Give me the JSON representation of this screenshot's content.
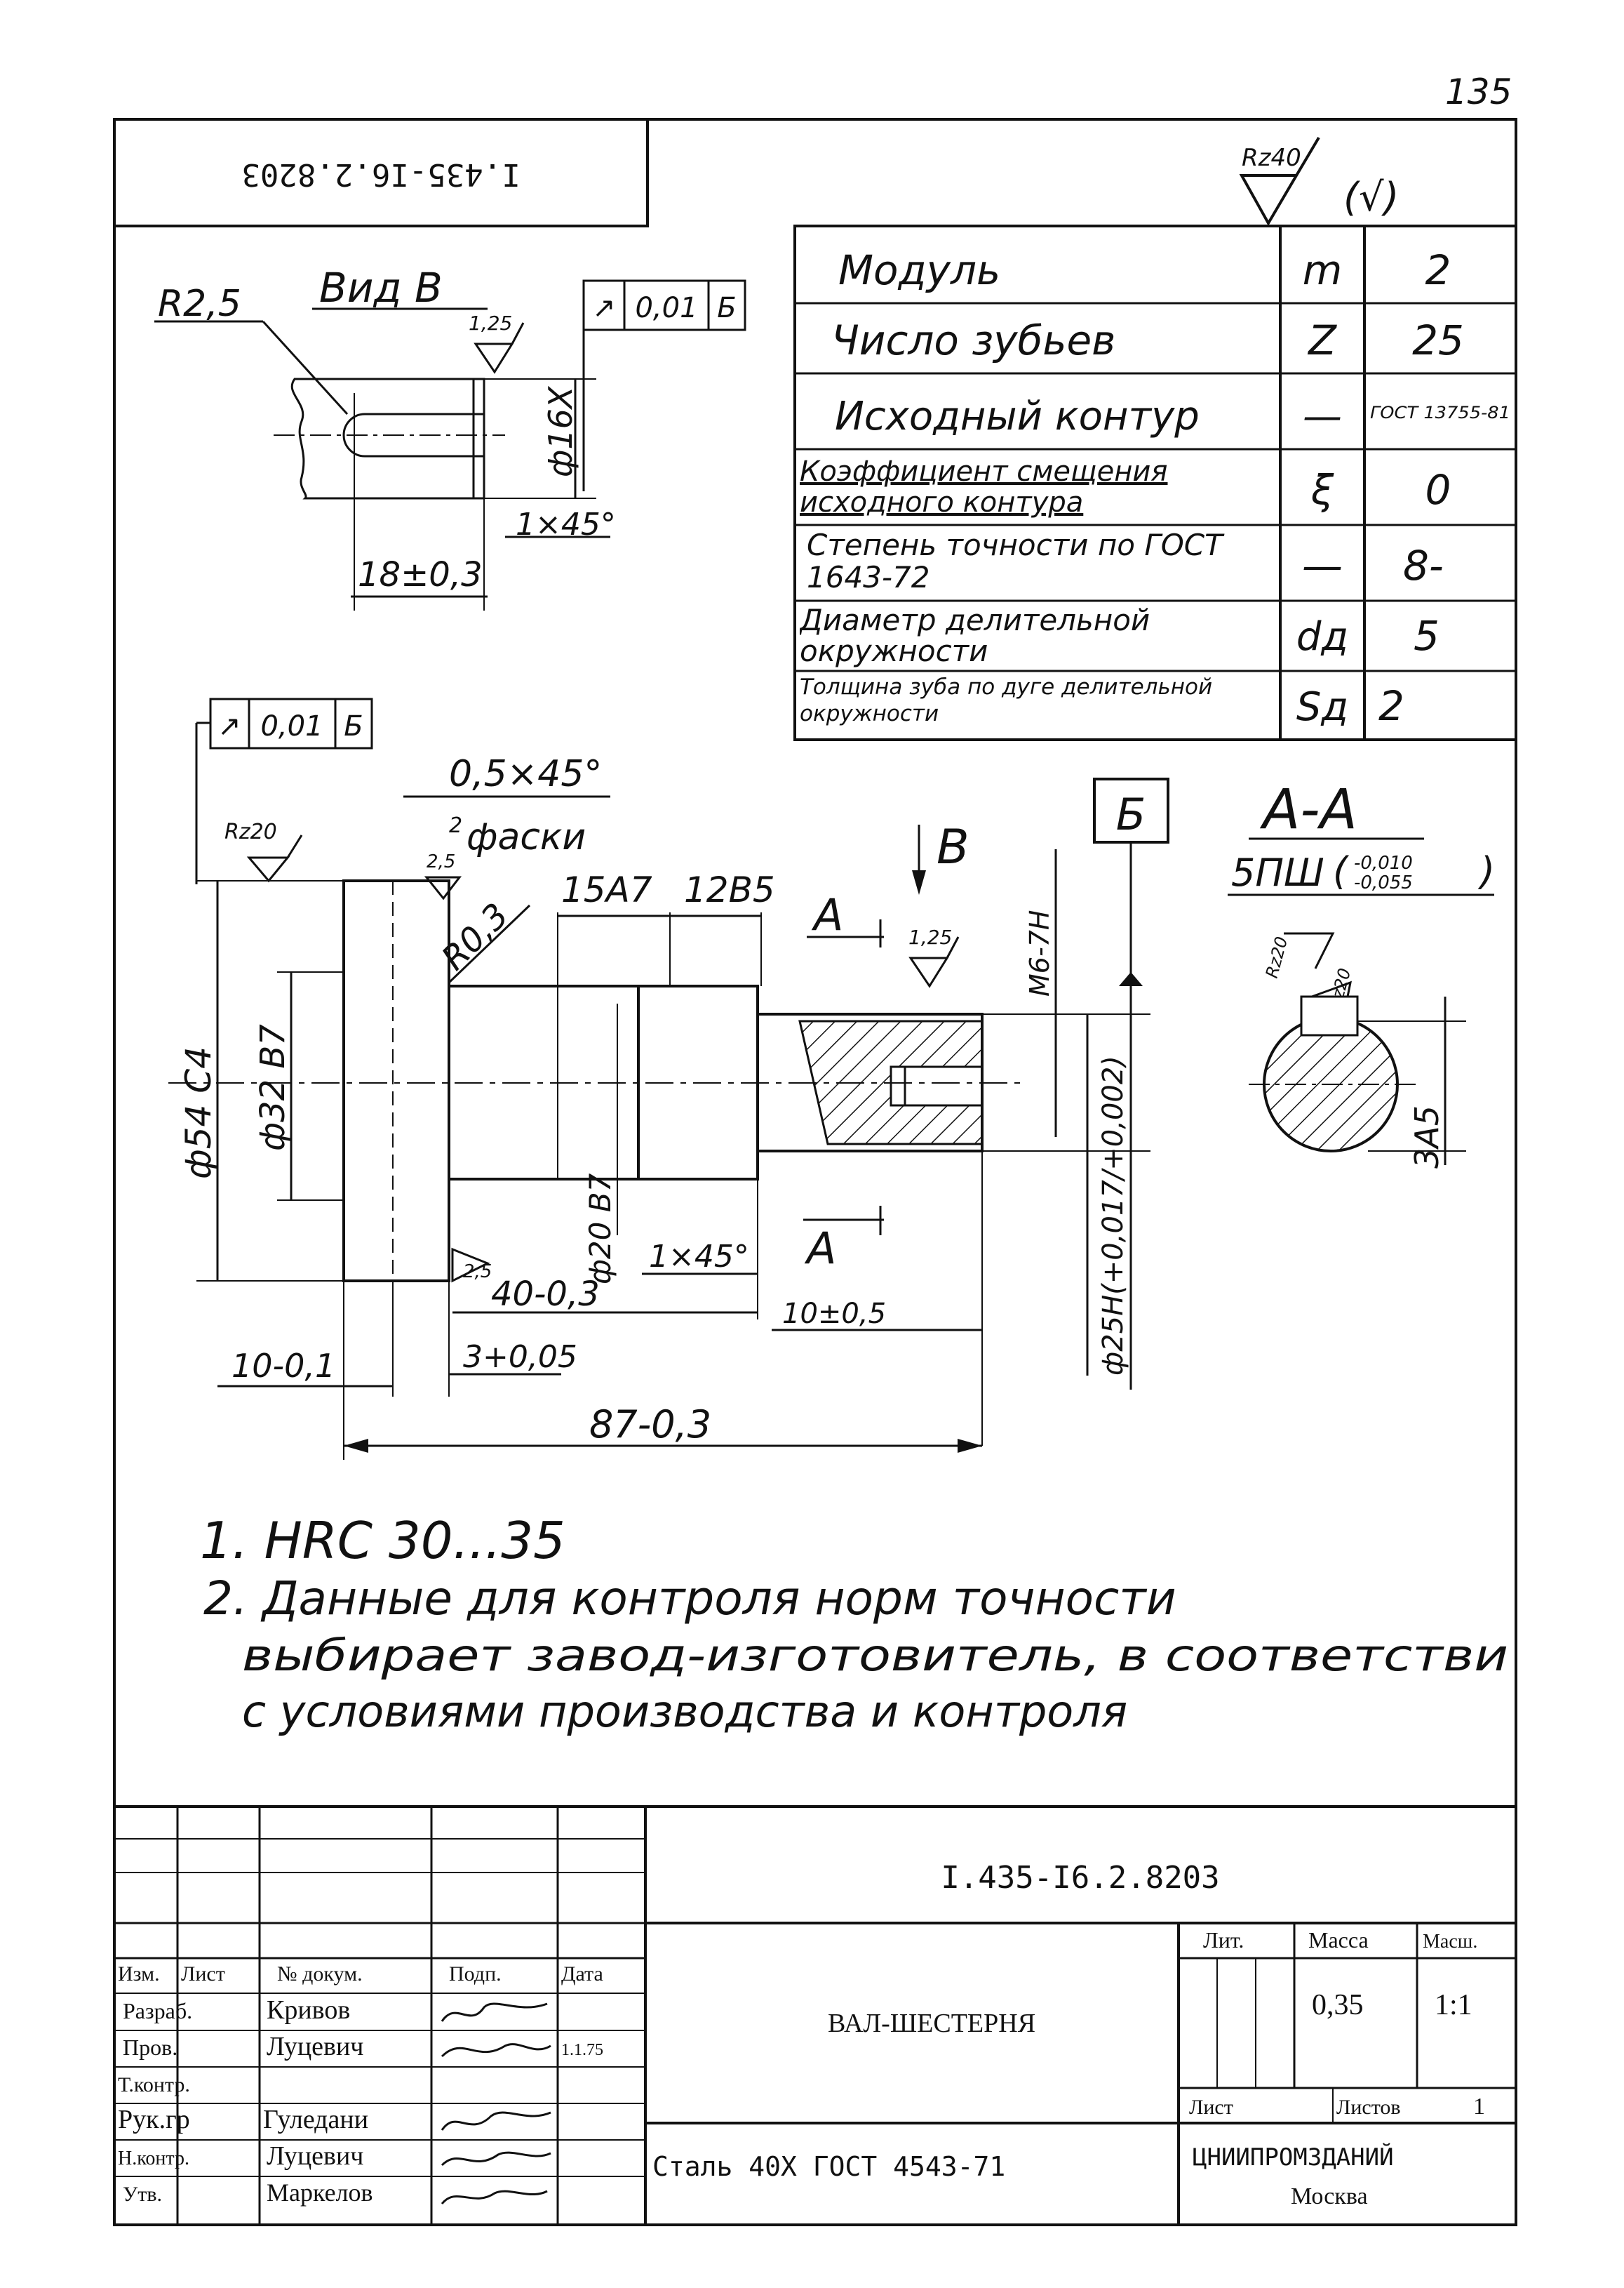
{
  "page_number": "135",
  "drawing_code_rotated": "I.435-I6.2.8203",
  "roughness_general": "Rz40",
  "roughness_general_paren": "(√)",
  "gear_table": [
    {
      "name": "Модуль",
      "symbol": "m",
      "value": "2"
    },
    {
      "name": "Число зубьев",
      "symbol": "Z",
      "value": "25"
    },
    {
      "name": "Исходный контур",
      "symbol": "—",
      "value": "ГОСТ 13755-81"
    },
    {
      "name": "Коэффициент смещения исходного контура",
      "symbol": "ξ",
      "value": "0"
    },
    {
      "name": "Степень точности по ГОСТ 1643-72",
      "symbol": "—",
      "value": "8-"
    },
    {
      "name": "Диаметр делительной окружности",
      "symbol": "dд",
      "value": "5"
    },
    {
      "name": "Толщина зуба по дуге делительной окружности",
      "symbol": "Sд",
      "value": "2"
    }
  ],
  "view_b": {
    "title": "Вид В",
    "radius": "R2,5",
    "roughness": "1,25",
    "tolerance_frame": [
      "↗",
      "0,01",
      "Б"
    ],
    "dim_dia": "ф16Х",
    "chamfer": "1×45°",
    "length": "18±0,3"
  },
  "main_view": {
    "tolerance_frame": [
      "↗",
      "0,01",
      "Б"
    ],
    "roughness_left": "Rz20",
    "chamfer_note": "0,5×45°",
    "chamfer_count": "2",
    "chamfer_word": "фаски",
    "roughness_small": "2,5",
    "radius": "R0,3",
    "dim_15": "15А7",
    "dim_12": "12В5",
    "view_arrow": "В",
    "section_label": "А",
    "roughness_mid": "1,25",
    "thread": "М6-7Н",
    "datum": "Б",
    "dia_54": "ф54 С4",
    "dia_32": "ф32 В7",
    "dia_20": "ф20 В7",
    "chamfer_bottom": "1×45°",
    "dia_25": "ф25Н(+0,017/+0,002)",
    "dim_40": "40-0,3",
    "dim_10_05": "10±0,5",
    "dim_10_01": "10-0,1",
    "dim_3": "3+0,05",
    "dim_87": "87-0,3",
    "roughness_bottom": "2,5"
  },
  "section_aa": {
    "title": "А-А",
    "spec": "5ПШ",
    "tol_upper": "-0,010",
    "tol_lower": "-0,055",
    "dim": "3А5",
    "roughness_a": "Rz20",
    "roughness_b": "Rz20"
  },
  "notes": [
    "1. HRC 30...35",
    "2. Данные для контроля норм точности",
    "выбирает завод-изготовитель, в соответстви",
    "с условиями производства и контроля"
  ],
  "title_block": {
    "code": "I.435-I6.2.8203",
    "part_name": "ВАЛ-ШЕСТЕРНЯ",
    "material": "Сталь 40Х  ГОСТ 4543-71",
    "org": "ЦНИИПРОМЗДАНИЙ",
    "city": "Москва",
    "col_headers": [
      "Изм.",
      "Лист",
      "№ докум.",
      "Подп.",
      "Дата"
    ],
    "lit_label": "Лит.",
    "mass_label": "Масса",
    "scale_label": "Масш.",
    "mass": "0,35",
    "scale": "1:1",
    "sheet_label": "Лист",
    "sheets_label": "Листов",
    "sheets": "1",
    "roles": [
      {
        "role": "Разраб.",
        "name": "Кривов",
        "date": ""
      },
      {
        "role": "Пров.",
        "name": "Луцевич",
        "date": "1.1.75"
      },
      {
        "role": "Т.контр.",
        "name": "",
        "date": ""
      },
      {
        "role": "Рук.гр",
        "name": "Гуледани",
        "date": ""
      },
      {
        "role": "Н.контр.",
        "name": "Луцевич",
        "date": ""
      },
      {
        "role": "Утв.",
        "name": "Маркелов",
        "date": ""
      }
    ]
  }
}
